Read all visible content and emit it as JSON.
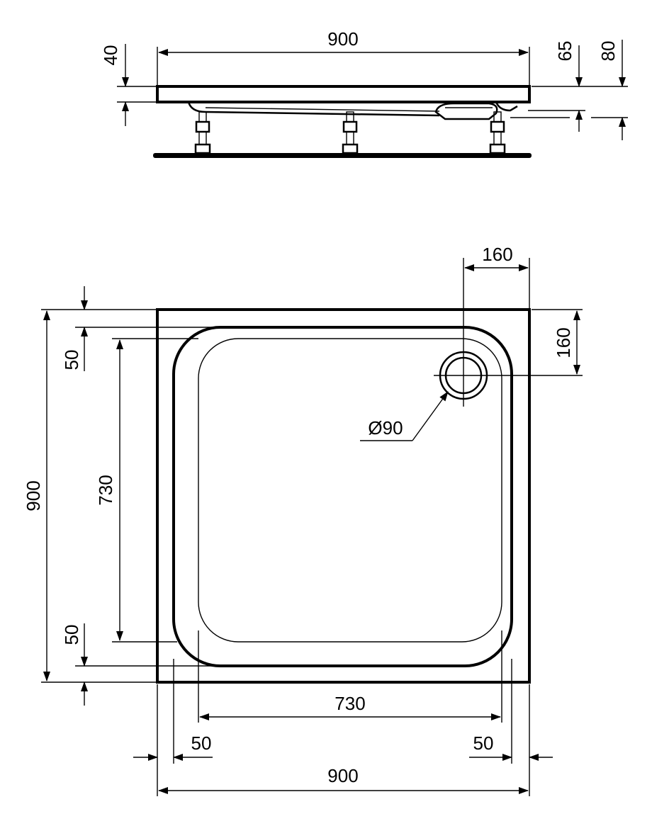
{
  "side_view": {
    "width_label": "900",
    "rim_height_label": "40",
    "depth_65_label": "65",
    "depth_80_label": "80"
  },
  "plan_view": {
    "top_width_label": "160",
    "side_offset_label": "160",
    "drain_diameter_label": "Ø90",
    "overall_height_label": "900",
    "inner_height_label": "730",
    "top_margin_label": "50",
    "bottom_margin_label": "50",
    "inner_width_label": "730",
    "left_margin_label": "50",
    "right_margin_label": "50",
    "overall_width_label": "900"
  }
}
